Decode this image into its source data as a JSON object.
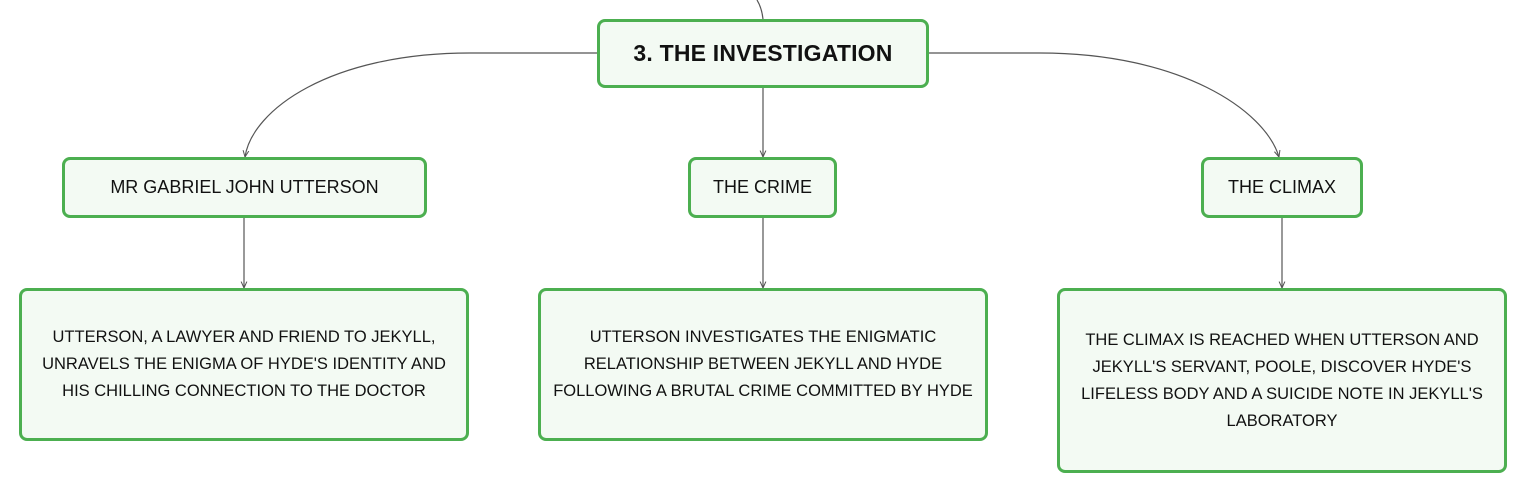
{
  "diagram": {
    "type": "mind-map",
    "root": {
      "label": "3. THE INVESTIGATION"
    },
    "branches": [
      {
        "id": "utterson",
        "label": "MR GABRIEL JOHN UTTERSON",
        "detail": "UTTERSON, A LAWYER AND FRIEND TO JEKYLL,\nUNRAVELS THE ENIGMA OF HYDE'S IDENTITY AND\nHIS CHILLING CONNECTION TO THE DOCTOR"
      },
      {
        "id": "crime",
        "label": "THE CRIME",
        "detail": "UTTERSON INVESTIGATES THE ENIGMATIC\nRELATIONSHIP BETWEEN JEKYLL AND HYDE\nFOLLOWING A BRUTAL CRIME COMMITTED BY HYDE"
      },
      {
        "id": "climax",
        "label": "THE CLIMAX",
        "detail": "THE CLIMAX IS REACHED WHEN UTTERSON AND\nJEKYLL'S SERVANT, POOLE, DISCOVER HYDE'S\nLIFELESS BODY AND A SUICIDE NOTE IN JEKYLL'S\nLABORATORY"
      }
    ],
    "colors": {
      "node_border": "#4caf50",
      "node_fill": "#f3faf3",
      "connector": "#555555",
      "text": "#111111"
    }
  }
}
